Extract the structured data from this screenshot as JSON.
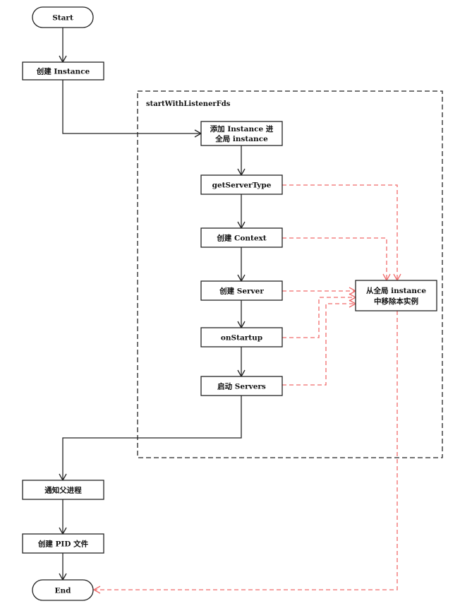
{
  "diagram": {
    "group_label": "startWithListenerFds",
    "colors": {
      "stroke": "#222222",
      "dashed_arrow": "#f06a6a",
      "background": "#ffffff"
    },
    "nodes": {
      "start": "Start",
      "create_instance": "创建 Instance",
      "add_instance": [
        "添加 Instance 进",
        "全局 instance"
      ],
      "get_server_type": "getServerType",
      "create_context": "创建 Context",
      "create_server": "创建 Server",
      "on_startup": "onStartup",
      "start_servers": "启动 Servers",
      "remove_instance": [
        "从全局 instance",
        "中移除本实例"
      ],
      "notify_parent": "通知父进程",
      "create_pid": "创建 PID 文件",
      "end": "End"
    }
  }
}
